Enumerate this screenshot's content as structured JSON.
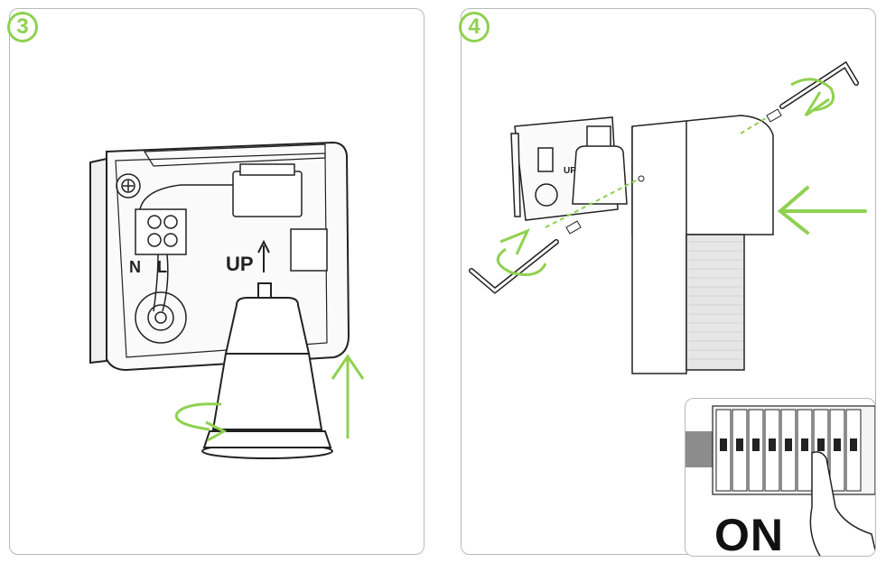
{
  "steps": [
    {
      "number": "3"
    },
    {
      "number": "4"
    }
  ],
  "fixture_labels": {
    "neutral": "N",
    "live": "L",
    "up": "UP"
  },
  "breaker_label": "ON",
  "colors": {
    "accent_green": "#8fd14f",
    "line": "#222222",
    "border": "#b9b9b9"
  },
  "icons": [
    "rotate-arrow-icon",
    "up-arrow-icon",
    "push-arrow-icon",
    "hex-key-icon"
  ]
}
